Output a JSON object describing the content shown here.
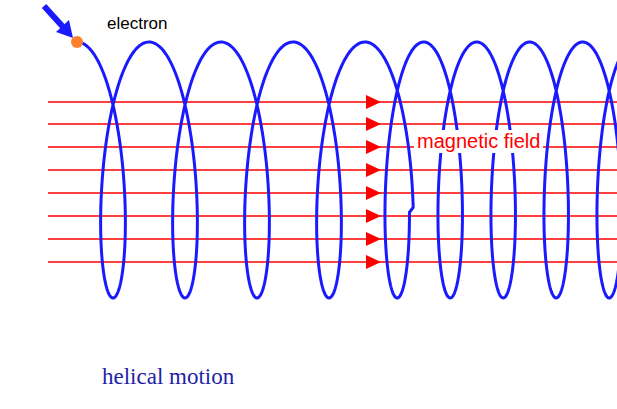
{
  "diagram": {
    "caption": "helical motion",
    "labels": [
      "electron",
      "magnetic field"
    ]
  }
}
